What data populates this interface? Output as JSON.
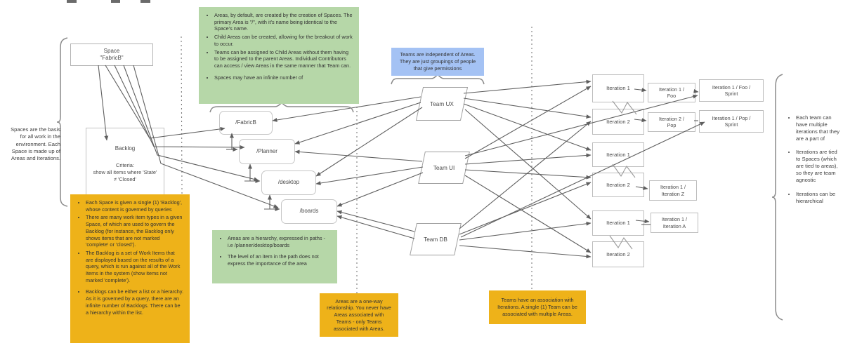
{
  "colors": {
    "note_green": "#b6d7a8",
    "note_blue": "#a4c2f4",
    "note_yellow": "#eeb219",
    "connector_line": "#5f5f5f"
  },
  "space": {
    "label": "Space\n\"FabricB\""
  },
  "backlog": {
    "title": "Backlog",
    "criteria": "Criteria:\nshow all items where 'State'\n≠ 'Closed'"
  },
  "areas": {
    "fabricb": "/FabricB",
    "planner": "/Planner",
    "desktop": "/desktop",
    "boards": "/boards"
  },
  "teams": {
    "ux": "Team UX",
    "ui": "Team UI",
    "db": "Team DB"
  },
  "iterations": {
    "group1": {
      "it1": "Iteration 1",
      "it2": "Iteration 2",
      "path1": "Iteration 1 /\nFoo",
      "path2": "Iteration 2 /\nPop",
      "sprint1": "Iteration 1 / Foo /\nSprint",
      "sprint2": "Iteration 1 / Pop /\nSprint"
    },
    "group2": {
      "it1": "Iteration 1",
      "it2": "Iteration 2",
      "path": "Iteration 1 /\nIteration Z"
    },
    "group3": {
      "it1": "Iteration 1",
      "it2": "Iteration 2",
      "path": "Iteration 1 /\nIteration A"
    }
  },
  "annotations": {
    "left": "Spaces are the basis for all work in the environment. Each Space is made up of Areas and Iterations.",
    "right": [
      "Each team can have multiple iterations that they are a part of",
      "Iterations are tied to Spaces (which are tied to areas), so they are team agnostic",
      "Iterations can be hierarchical"
    ]
  },
  "notes": {
    "green_top": [
      "Areas, by default, are created by the creation of Spaces. The primary Area is \"/\", with it's name being identical to the Space's name.",
      "Child Areas can be created, allowing for the breakout of work to occur.",
      "Teams can be assigned to Child Areas without them having to be assigned to the parent Areas. Individual Contributors can access / view Areas in the same manner that Team can.",
      "Spaces may have an infinite number of"
    ],
    "green_bottom": [
      "Areas are a hierarchy, expressed in paths - i.e /planner/desktop/boards",
      "The level of an item in the path does not express the importance of the area"
    ],
    "blue": "Teams are independent of Areas. They are just groupings of people that give permissions",
    "yellow_backlog": [
      "Each Space is given a single (1) 'Backlog', whose content is governed by queries",
      "There are many work item types in a given Space, of which are used to govern the Backlog (for instance, the Backlog only shows items that are not marked 'complete' or 'closed').",
      "The Backlog is a set of Work Items that are displayed based on the results of a query, which is run against all of the Work Items in the system (show items not marked 'complete').",
      "Backlogs can be either a list or a hierarchy. As it is governed by a query, there are an infinite number of Backlogs. There can be a hierarchy within the list."
    ],
    "yellow_areas": "Areas are a one-way relationship. You never have Areas associated with Teams - only Teams associated with Areas.",
    "yellow_teams": "Teams have an association with Iterations. A single (1) Team can be associated with multiple Areas."
  }
}
